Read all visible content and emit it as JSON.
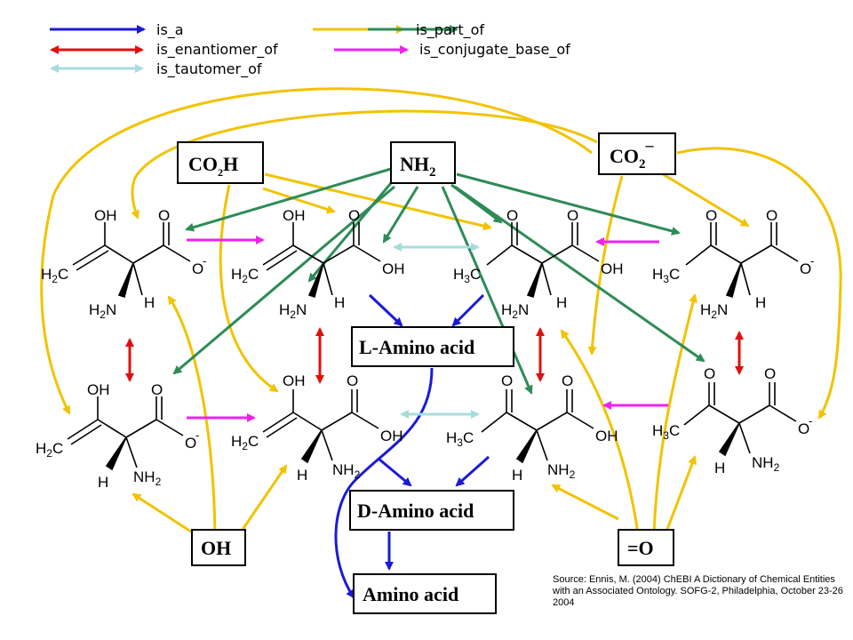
{
  "legend": {
    "is_a": "is_a",
    "is_part_of": "is_part_of",
    "is_enantiomer_of": "is_enantiomer_of",
    "is_conjugate_base_of": "is_conjugate_base_of",
    "is_tautomer_of": "is_tautomer_of"
  },
  "colors": {
    "is_a": "#1a1ad6",
    "is_part_of_yellow": "#f2c300",
    "is_part_of_green": "#2e8b57",
    "is_enantiomer_of": "#e01010",
    "is_conjugate_base_of": "#ee22ee",
    "is_tautomer_of": "#a8dcdc"
  },
  "boxes": {
    "carboxylic": {
      "main": "CO",
      "sub": "2",
      "tail": "H"
    },
    "amino": {
      "main": "NH",
      "sub": "2"
    },
    "carboxylate": {
      "main": "CO",
      "sub": "2",
      "sup": "–"
    },
    "hydroxy": "OH",
    "oxo": "=O",
    "l_amino_acid": "L-Amino acid",
    "d_amino_acid": "D-Amino acid",
    "amino_acid": "Amino acid"
  },
  "atoms": {
    "OH": "OH",
    "O": "O",
    "H": "H",
    "C": "C",
    "N": "N",
    "minus": "-",
    "two": "2",
    "three": "3"
  },
  "source": "Source: Ennis, M. (2004) ChEBI A Dictionary of Chemical Entities with an Associated Ontology. SOFG-2, Philadelphia, October 23-26 2004"
}
